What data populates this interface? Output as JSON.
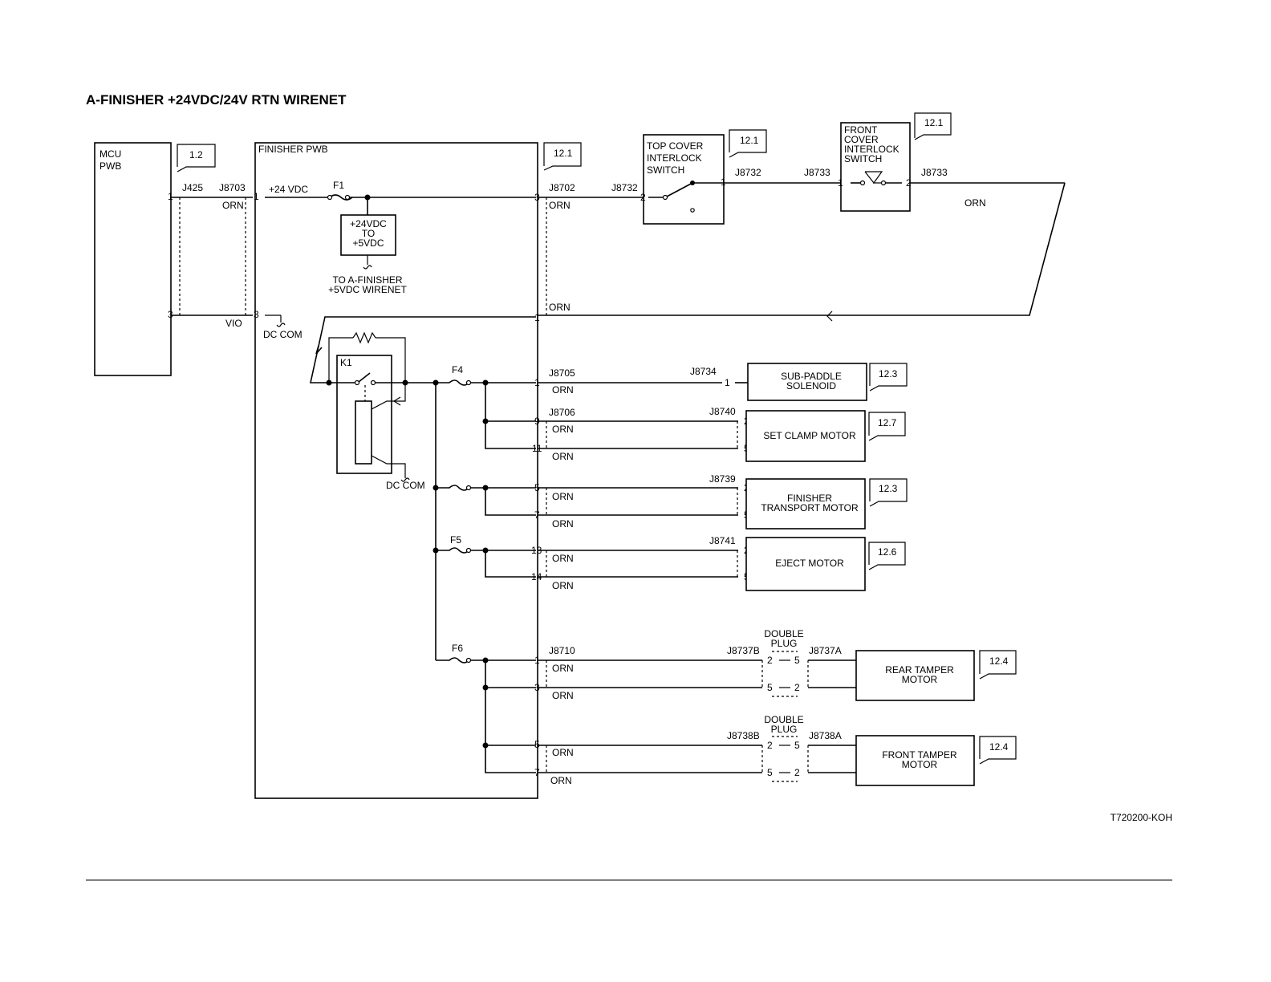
{
  "title": "A-FINISHER +24VDC/24V RTN  WIRENET",
  "mcu": {
    "name_1": "MCU",
    "name_2": "PWB",
    "ref": "1.2",
    "conn_a": "J425",
    "conn_b": "J8703",
    "pin_top": "1",
    "pin_bot": "3",
    "wire_top": "ORN",
    "wire_bot": "VIO"
  },
  "finisher_pwb": {
    "name": "FINISHER PWB",
    "ref": "12.1",
    "pin_in_top": "1",
    "pin_in_bot": "3",
    "v24_label": "+24 VDC",
    "dc_com": "DC COM",
    "dc_com2": "DC COM",
    "f1": "F1",
    "f4": "F4",
    "f5": "F5",
    "f6": "F6",
    "k1": "K1",
    "converter_1": "+24VDC",
    "converter_2": "TO",
    "converter_3": "+5VDC",
    "to_1": "TO A-FINISHER",
    "to_2": "+5VDC WIRENET"
  },
  "interlock": {
    "top_cover_1": "TOP COVER",
    "top_cover_2": "INTERLOCK",
    "top_cover_3": "SWITCH",
    "top_ref": "12.1",
    "front_1": "FRONT",
    "front_2": "COVER",
    "front_3": "INTERLOCK",
    "front_4": "SWITCH",
    "front_ref": "12.1",
    "j8702": "J8702",
    "j8732a": "J8732",
    "j8732b": "J8732",
    "j8733a": "J8733",
    "j8733b": "J8733",
    "orn_1": "ORN",
    "orn_2": "ORN",
    "orn_3": "ORN",
    "p3": "3",
    "p1": "1",
    "p2a": "2",
    "p1b": "1",
    "p1c": "1",
    "p2c": "2"
  },
  "loads": [
    {
      "name": "SUB-PADDLE",
      "name2": "SOLENOID",
      "ref": "12.3",
      "conn_pwb": "J8705",
      "conn_load": "J8734",
      "pins": [
        "1"
      ],
      "load_pins": [
        "1"
      ],
      "wires": [
        "ORN"
      ]
    },
    {
      "name": "SET CLAMP MOTOR",
      "ref": "12.7",
      "conn_pwb": "J8706",
      "conn_load": "J8740",
      "pins": [
        "9",
        "11"
      ],
      "load_pins": [
        "2",
        "5"
      ],
      "wires": [
        "ORN",
        "ORN"
      ]
    },
    {
      "name": "FINISHER",
      "name2": "TRANSPORT MOTOR",
      "ref": "12.3",
      "conn_load": "J8739",
      "pins": [
        "5",
        "7"
      ],
      "load_pins": [
        "2",
        "5"
      ],
      "wires": [
        "ORN",
        "ORN"
      ]
    },
    {
      "name": "EJECT MOTOR",
      "ref": "12.6",
      "conn_load": "J8741",
      "pins": [
        "13",
        "14"
      ],
      "load_pins": [
        "2",
        "5"
      ],
      "wires": [
        "ORN",
        "ORN"
      ]
    },
    {
      "name": "REAR TAMPER",
      "name2": "MOTOR",
      "ref": "12.4",
      "conn_pwb": "J8710",
      "conn_plug": "J8737B",
      "conn_load": "J8737A",
      "pins": [
        "1",
        "3"
      ],
      "wires": [
        "ORN",
        "ORN"
      ],
      "plug_1": "DOUBLE",
      "plug_2": "PLUG",
      "plug_pins": [
        "2",
        "5",
        "5",
        "2"
      ]
    },
    {
      "name": "FRONT TAMPER",
      "name2": "MOTOR",
      "ref": "12.4",
      "conn_plug": "J8738B",
      "conn_load": "J8738A",
      "pins": [
        "5",
        "7"
      ],
      "wires": [
        "ORN",
        "ORN"
      ],
      "plug_1": "DOUBLE",
      "plug_2": "PLUG",
      "plug_pins": [
        "2",
        "5",
        "5",
        "2"
      ]
    }
  ],
  "ret_orn": "ORN",
  "ret_pin": "1",
  "code": "T720200-KOH"
}
